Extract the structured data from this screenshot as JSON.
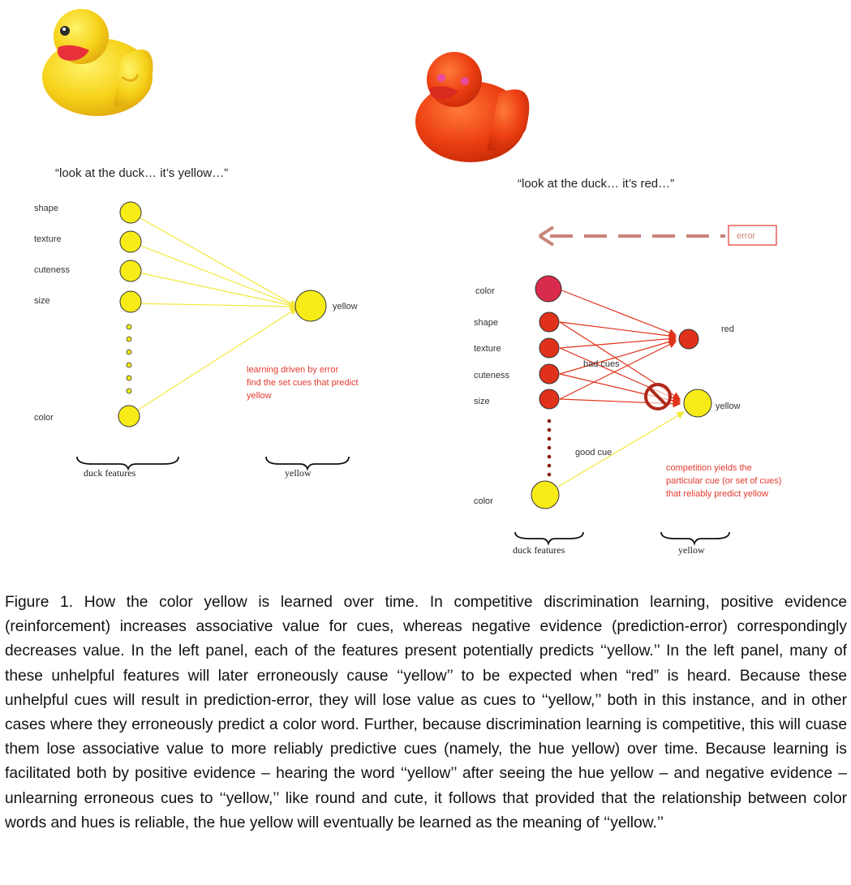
{
  "left_panel": {
    "quote": "“look at the duck… it’s yellow…”",
    "feature_labels": [
      "shape",
      "texture",
      "cuteness",
      "size",
      "color"
    ],
    "output_label": "yellow",
    "note_lines": [
      "learning driven by error",
      "find the set cues that predict",
      "yellow"
    ],
    "brace_labels": [
      "duck features",
      "yellow"
    ]
  },
  "right_panel": {
    "quote": "“look at the duck… it’s red…”",
    "error_label": "error",
    "top_feature_label": "color",
    "feature_labels": [
      "shape",
      "texture",
      "cuteness",
      "size"
    ],
    "bottom_feature_label": "color",
    "output_red": "red",
    "output_yellow": "yellow",
    "bad_cues_label": "bad cues",
    "good_cue_label": "good cue",
    "note_lines": [
      "competition yields the",
      "particular cue (or set of cues)",
      "that reliably predict yellow"
    ],
    "brace_labels": [
      "duck features",
      "yellow"
    ]
  },
  "colors": {
    "yellow_node": "#f7ec18",
    "red_node": "#e0321a",
    "crimson_node": "#d92b4b",
    "accent_red": "#e03a2e",
    "error_arrow": "#c98478"
  },
  "caption": "Figure 1. How the color yellow is learned over time. In competitive discrimination learning, positive evidence (reinforcement) increases associative value for cues, whereas negative evidence (prediction-error) correspondingly decreases value. In the left panel, each of the features present potentially predicts ‘‘yellow.’’ In the left panel, many of these unhelpful features will later erroneously cause ‘‘yellow’’ to be expected when “red” is heard. Because these unhelpful cues will result in prediction-error, they will lose value as cues to ‘‘yellow,’’ both in this instance, and in other cases where they erroneously predict a color word. Further, because discrimination learning is competitive, this will cuase them lose associative value to more reliably predictive cues (namely, the hue yellow) over time. Because learning is facilitated both by positive evidence – hearing the word ‘‘yellow’’ after seeing the hue yellow  – and negative evidence – unlearning erroneous cues to ‘‘yellow,’’ like round and cute, it follows that provided that the relationship between color words and hues is reliable, the hue yellow will eventually be learned as the meaning of ‘‘yellow.’’"
}
